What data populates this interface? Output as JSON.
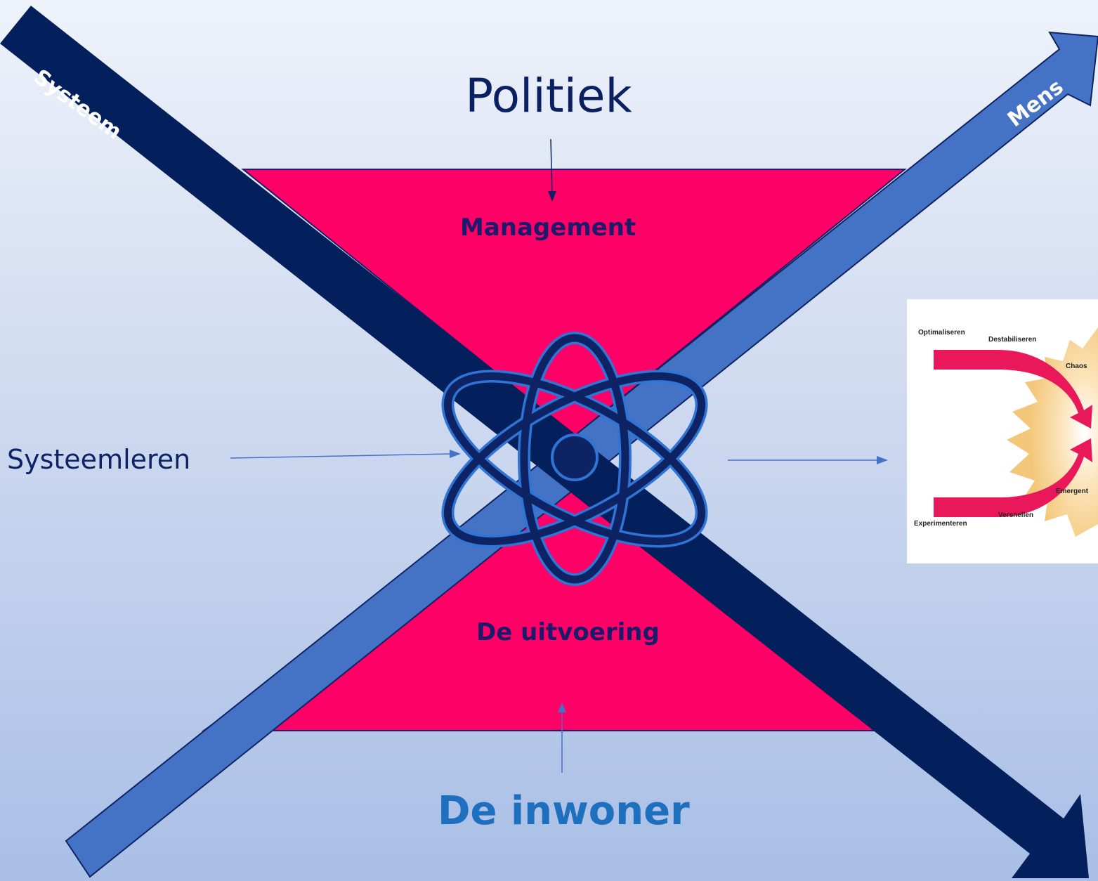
{
  "labels": {
    "top": "Politiek",
    "upper_triangle": "Management",
    "lower_triangle": "De uitvoering",
    "bottom": "De inwoner",
    "left": "Systeemleren",
    "axis_systeem": "Systeem",
    "axis_mens": "Mens"
  },
  "inset": {
    "labels": {
      "optimaliseren": "Optimaliseren",
      "destabiliseren": "Destabiliseren",
      "chaos": "Chaos",
      "emergent": "Emergent",
      "versnellen": "Versnellen",
      "experimenteren": "Experimenteren"
    }
  },
  "colors": {
    "background_top": "#eef2fa",
    "background_bottom": "#a9bfe6",
    "hourglass": "#ff0066",
    "arrow_systeem": "#03205c",
    "arrow_mens": "#4472c4",
    "atom_stroke": "#0e2363",
    "atom_outline": "#2e75d6",
    "inset_arrow": "#e8185b",
    "inset_burst": "#f3c77a"
  }
}
